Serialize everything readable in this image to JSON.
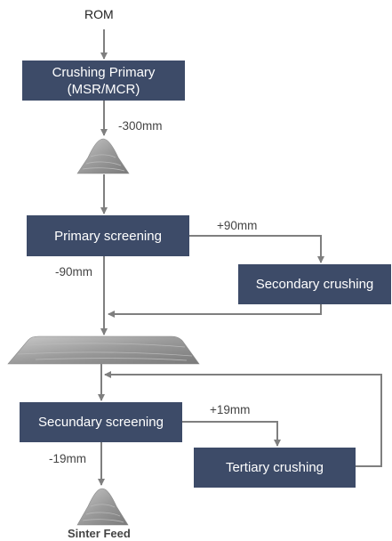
{
  "flow": {
    "rom": "ROM",
    "primary_crushing": {
      "line1": "Crushing Primary",
      "line2": "(MSR/MCR)"
    },
    "size_300": "-300mm",
    "primary_screening": "Primary screening",
    "plus_90": "+90mm",
    "minus_90": "-90mm",
    "secondary_crushing": "Secondary crushing",
    "secondary_screening": "Secundary screening",
    "plus_19": "+19mm",
    "minus_19": "-19mm",
    "tertiary_crushing": "Tertiary crushing",
    "sinter_feed": "Sinter Feed"
  },
  "colors": {
    "box": "#3d4b68",
    "arrow": "#7f7f7f",
    "pile": "#9e9e9e"
  },
  "icons": [
    "stockpile-icon",
    "flat-stockpile-icon",
    "sinter-feed-pile-icon"
  ]
}
